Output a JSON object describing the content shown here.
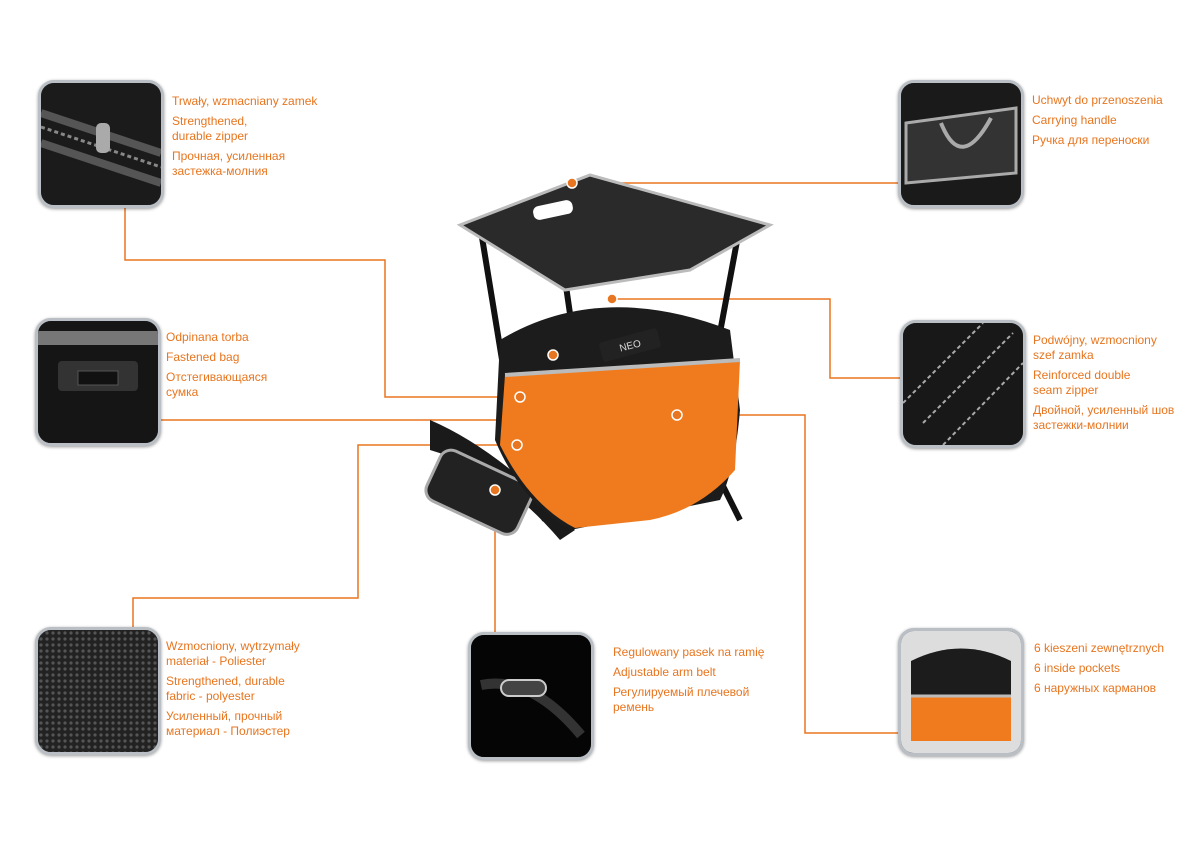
{
  "accent_color": "#e8751f",
  "callouts": [
    {
      "id": "zipper",
      "pl": "Trwały, wzmacniany zamek",
      "en": "Strengthened,\ndurable zipper",
      "ru": "Прочная, усиленная\nзастежка-молния"
    },
    {
      "id": "fastened-bag",
      "pl": "Odpinana torba",
      "en": "Fastened bag",
      "ru": "Отстегивающаяся\nсумка"
    },
    {
      "id": "fabric",
      "pl": "Wzmocniony, wytrzymały\nmateriał - Poliester",
      "en": "Strengthened, durable\nfabric - polyester",
      "ru": "Усиленный, прочный\nматериал - Полиэстер"
    },
    {
      "id": "arm-belt",
      "pl": "Regulowany pasek na ramię",
      "en": "Adjustable arm belt",
      "ru": "Регулируемый плечевой\nремень"
    },
    {
      "id": "carrying-handle",
      "pl": "Uchwyt do przenoszenia",
      "en": "Carrying handle",
      "ru": "Ручка для переноски"
    },
    {
      "id": "double-seam",
      "pl": "Podwójny, wzmocniony\nszef zamka",
      "en": "Reinforced double\nseam zipper",
      "ru": "Двойной, усиленный шов\nзастежки-молнии"
    },
    {
      "id": "pockets",
      "pl": "6 kieszeni zewnętrznych",
      "en": "6 inside pockets",
      "ru": "6 наружных карманов"
    }
  ],
  "product": {
    "brand_logo": "NEO"
  }
}
